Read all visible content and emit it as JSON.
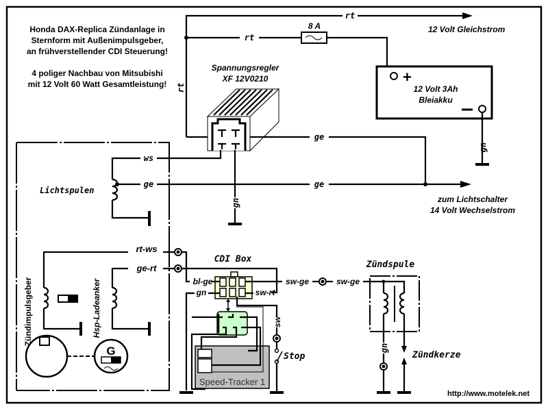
{
  "title": {
    "line1": "Honda DAX-Replica Zündanlage in",
    "line2": "Sternform mit Außenimpulsgeber,",
    "line3": "an frühverstellender CDI Steuerung!",
    "line4": "4 poliger Nachbau  von Mitsubishi",
    "line5": "mit 12 Volt 60 Watt Gesamtleistung!"
  },
  "components": {
    "regulator": {
      "name": "Spannungsregler",
      "model": "XF 12V0210"
    },
    "fuse": {
      "label": "8  A"
    },
    "battery": {
      "line1": "12 Volt 3Ah",
      "line2": "Bleiakku",
      "plus": "+",
      "minus": "−"
    },
    "dc_output": "12 Volt Gleichstrom",
    "light_switch": {
      "line1": "zum Lichtschalter",
      "line2": "14 Volt Wechselstrom"
    },
    "light_coils": "Lichtspulen",
    "pulse_generator": "Zündimpulsgeber",
    "charge_coil": "Hsp-Ladeanker",
    "generator_symbol": "G",
    "cdi_box": "CDI Box",
    "speed_tracker": "Speed-Tracker 1",
    "stop_switch": "Stop",
    "ignition_coil": "Zündspule",
    "spark_plug": "Zündkerze"
  },
  "wire_labels": {
    "rt_top": "rt",
    "rt_fuse": "rt",
    "rt_vertical": "rt",
    "ge_reg": "ge",
    "ws": "ws",
    "ge_coil": "ge",
    "ge_main": "ge",
    "gn_reg": "gn",
    "gn_batt": "gn",
    "rt_ws": "rt-ws",
    "ge_rt": "ge-rt",
    "bl_ge": "bl-ge",
    "gn_cdi": "gn",
    "sw_rt": "sw-rt",
    "sw_ge_1": "sw-ge",
    "sw_ge_2": "sw-ge",
    "sw_stop": "sw",
    "gn_coil": "gn"
  },
  "footer": {
    "url": "http://www.motelek.net"
  }
}
